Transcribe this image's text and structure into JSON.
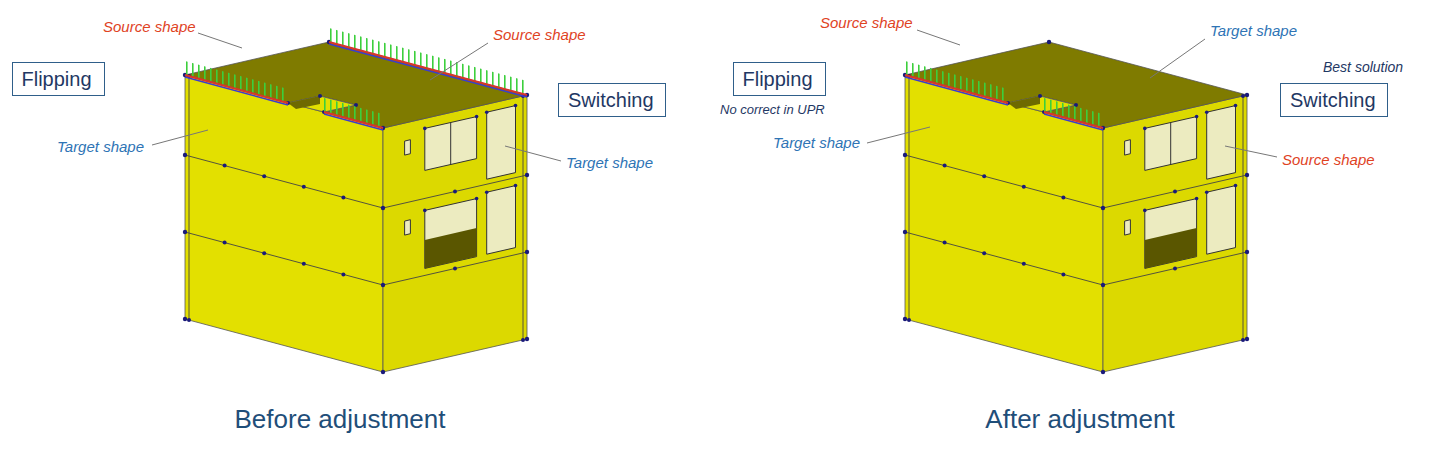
{
  "diagram": {
    "nodes": [
      {
        "text": [
          "Flipping"
        ]
      },
      {
        "text": [
          "Switching"
        ]
      },
      {
        "text": [
          "Flipping"
        ]
      },
      {
        "text": [
          "Switching"
        ]
      }
    ],
    "labels": [
      "Source shape",
      "Source shape",
      "Target shape",
      "Target shape",
      "Before adjustment",
      "Source shape",
      "Target shape",
      "No correct in UPR",
      "Best solution",
      "Target shape",
      "Source shape",
      "After adjustment"
    ]
  }
}
